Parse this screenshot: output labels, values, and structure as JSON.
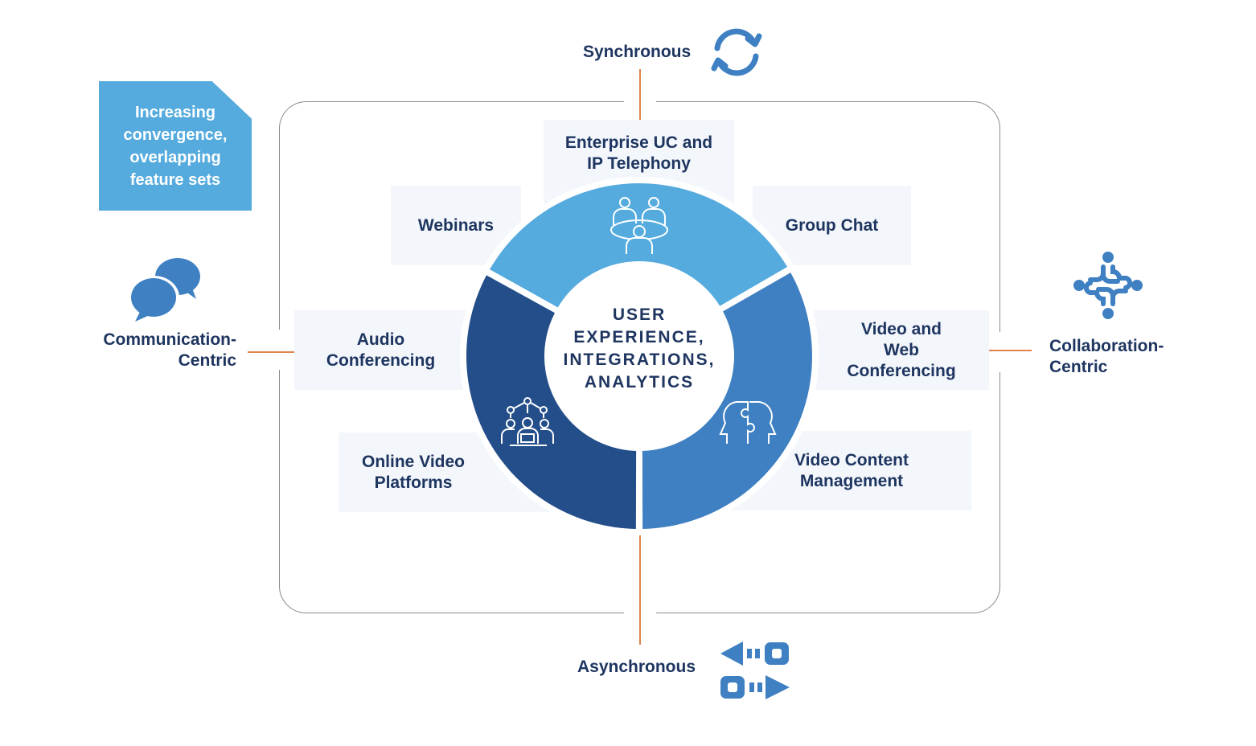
{
  "axes": {
    "top": "Synchronous",
    "bottom": "Asynchronous",
    "left": [
      "Communication-",
      "Centric"
    ],
    "right": [
      "Collaboration-",
      "Centric"
    ]
  },
  "note": [
    "Increasing",
    "convergence,",
    "overlapping",
    "feature sets"
  ],
  "center": [
    "USER",
    "EXPERIENCE,",
    "INTEGRATIONS,",
    "ANALYTICS"
  ],
  "categories": {
    "enterprise_uc": [
      "Enterprise UC and",
      "IP Telephony"
    ],
    "webinars": [
      "Webinars"
    ],
    "group_chat": [
      "Group Chat"
    ],
    "audio_conferencing": [
      "Audio",
      "Conferencing"
    ],
    "video_web_conferencing": [
      "Video and",
      "Web",
      "Conferencing"
    ],
    "online_video_platforms": [
      "Online Video",
      "Platforms"
    ],
    "video_content_management": [
      "Video Content",
      "Management"
    ]
  },
  "ring_segments": [
    {
      "name": "top",
      "color": "#55ABDE",
      "icon": "meeting-table-icon"
    },
    {
      "name": "left",
      "color": "#234E8A",
      "icon": "team-network-icon"
    },
    {
      "name": "right",
      "color": "#3F80C2",
      "icon": "puzzle-heads-icon"
    }
  ],
  "colors": {
    "text": "#1E3560",
    "accent_line": "#E0844E",
    "icon_blue": "#3F80C2",
    "note_bg": "#55ABDE",
    "category_bg": "#F3F7FC"
  },
  "icons": {
    "synchronous": "sync-arrows-icon",
    "asynchronous": "async-arrows-icon",
    "communication": "chat-bubbles-icon",
    "collaboration": "collaboration-knot-icon"
  }
}
